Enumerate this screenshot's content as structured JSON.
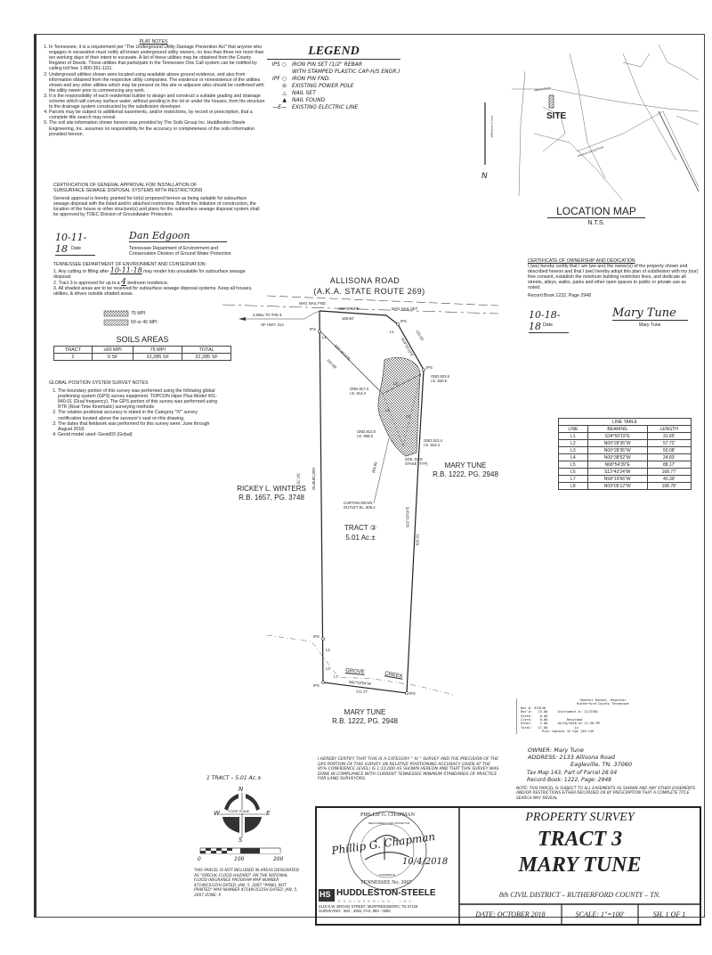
{
  "plat_notes": {
    "title": "PLAT NOTES",
    "items": [
      "In Tennessee, it is a requirement per \"The Underground Utility Damage Prevention Act\" that anyone who engages in excavation must notify all known underground utility owners, no less than three nor more than ten working days of their intent to excavate. A list of these utilities may be obtained from the County Register of Deeds. Those utilities that participate in the Tennessee One Call system can be notified by calling toll free 1-800-351-1111.",
      "Underground utilities shown were located using available above ground evidence, and also from information obtained from the respective utility companies. The existence or nonexistence of the utilities shown and any other utilities which may be present on this site or adjacent sites should be confirmed with the utility owner prior to commencing any work.",
      "It is the responsibility of each residential builder to design and construct a suitable grading and drainage scheme which will convey surface water, without ponding in the lot or under the houses, from his structure to the drainage system constructed by the subdivision developer.",
      "Parcels may be subject to additional easements, and/or restrictions, by record or prescription, that a complete title search may reveal.",
      "The soil site information shown hereon was provided by The Soils Group Inc. Huddleston-Steele Engineering, Inc. assumes no responsibility for the accuracy or completeness of the soils information provided hereon."
    ]
  },
  "legend": {
    "title": "LEGEND",
    "items": [
      {
        "symbol": "IPS ○",
        "text": "IRON PIN SET (1/2\" REBAR"
      },
      {
        "symbol": "",
        "text": "WITH STAMPED PLASTIC CAP-H/S ENGR.)"
      },
      {
        "symbol": "IPF ○",
        "text": "IRON PIN FND."
      },
      {
        "symbol": "⊘",
        "text": "EXISTING POWER POLE"
      },
      {
        "symbol": "△",
        "text": "NAIL SET"
      },
      {
        "symbol": "▲",
        "text": "NAIL FOUND"
      },
      {
        "symbol": "—E—",
        "text": "EXISTING ELECTRIC LINE"
      }
    ]
  },
  "location_map": {
    "title": "LOCATION MAP",
    "subtitle": "N.T.S.",
    "site_label": "SITE",
    "north_label": "N",
    "road_labels": [
      "Allisona Road",
      "Williamson County",
      "Chestnut Springs Road"
    ]
  },
  "sewage_certification": {
    "title_line1": "CERTIFICATION OF GENERAL APPROVAL FOR INSTALLATION OF",
    "title_line2": "SUBSURFACE SEWAGE DISPOSAL SYSTEMS WITH RESTRICTIONS",
    "body": "General approval is hereby granted for lot(s) proposed hereon as being suitable for subsurface sewage disposal with the listed and/or attached restrictions. Before the initiation of construction, the location of the house or other structure(s) and plans for the subsurface sewage disposal system shall be approved by TDEC Division of Groundwater Protection.",
    "signed_date": "10-11-18",
    "date_label": "Date",
    "signature": "Dan Edgoon",
    "agency_line1": "Tennessee Department of Environment and",
    "agency_line2": "Conservation Division of Ground Water Protection"
  },
  "tdec": {
    "title": "TENNESSEE DEPARTMENT OF ENVIRONMENT AND CONSERVATION:",
    "item1_pre": "1. Any cutting or filling after",
    "item1_date": "10-11-18",
    "item1_post": "may render lots unsuitable for subsurface sewage disposal.",
    "item2_pre": "2. Tract 3 is approved for up to a",
    "item2_value": "4",
    "item2_post": "bedroom residence.",
    "item3": "3. All shaded areas are to be reserved for subsurface sewage disposal systems. Keep all houses, utilities, & drives outside shaded areas.",
    "hatch_legend": [
      "75 MPI",
      "60 or 45 MPI"
    ]
  },
  "soils_areas": {
    "title": "SOILS AREAS",
    "headers": [
      "TRACT",
      "≤60 MPI",
      "75 MPI",
      "TOTAL"
    ],
    "rows": [
      [
        "2",
        "0 SF",
        "22,285 SF",
        "22,285 SF"
      ]
    ]
  },
  "gps_notes": {
    "title": "GLOBAL POSITION SYSTEM SURVEY NOTES",
    "items": [
      "The boundary portion of this survey was performed using the following global positioning system (GPS) survey equipment. TOPCON Hiper Plus-Model #01-840-01 (Dual frequency). The GPS portion of this survey was performed using RTK (Real-Time Kinematic) surveying methods",
      "The relative positional accuracy is stated in the Category \"IV\" survey certification located above the surveyor's seal on this drawing.",
      "The dates that fieldwork was performed for this survey were: June through August 2018.",
      "Geoid model used- Geoid03 (Gobal)"
    ]
  },
  "ownership_certificate": {
    "title": "CERTIFICATE OF OWNERSHIP AND DEDICATION",
    "body": "I (we) hereby certify that I am (we are) the owner(s) of the property shown and described hereon and that I (we) hereby adopt this plan of subdivision with my (our) free consent, establish the minimum building restriction lines, and dedicate all streets, alleys, walks, parks and other open spaces to public or private use as noted.",
    "record": "Record Book 1222, Page 2948",
    "signed_date": "10-18-18",
    "date_label": "Date",
    "signature": "Mary Tune",
    "name": "Mary Tune"
  },
  "line_table": {
    "title": "LINE TABLE",
    "headers": [
      "LINE",
      "BEARING",
      "LENGTH"
    ],
    "rows": [
      [
        "L1",
        "S34°59'19\"E",
        "31.65'"
      ],
      [
        "L2",
        "N00°28'35\"W",
        "57.72'"
      ],
      [
        "L3",
        "N00°28'35\"W",
        "50.08'"
      ],
      [
        "L4",
        "N00°38'52\"W",
        "24.83'"
      ],
      [
        "L5",
        "N68°54'39\"E",
        "88.17'"
      ],
      [
        "L6",
        "S13°43'24\"W",
        "168.77'"
      ],
      [
        "L7",
        "N58°19'56\"W",
        "40.39'"
      ],
      [
        "L8",
        "N09°05'12\"W",
        "108.78'"
      ]
    ]
  },
  "survey": {
    "road_name": "ALLISONA ROAD",
    "road_aka": "(A.K.A. STATE ROUTE 269)",
    "centerline_note_1": "2,806± TO THE ℄",
    "centerline_note_2": "OF HWY. 31A",
    "mag_nail_fnd": "MAG NAIL FND.",
    "mag_nail_set": "MAG NAIL SET",
    "ips": "IPS",
    "north_bearing": "S86°30'19\"E",
    "north_length": "169.60'",
    "ne_bearing": "S34°59'19\"E",
    "ne_length": "130.05'",
    "diag_bearing": "S40°46'10\"E",
    "diag_length": "242.68'",
    "west_bearing": "N00°28'35\"W",
    "west_length": "797.75'",
    "east_bearing": "S02°03'54\"E",
    "east_length": "815.01'",
    "south_bearing": "N82°53'54\"W",
    "south_length": "211.77'",
    "drain_length": "164.85'",
    "gnd1": "GND.823.6",
    "ie1": "I.E. 820.6",
    "gnd2": "GND.817.3",
    "ie2": "I.E. 814.3",
    "gnd3": "GND.812.0",
    "ie3": "I.E. 808.0",
    "gnd4": "GND.813.4",
    "ie4": "I.E. 810.4",
    "soil_stake_1": "SOIL SITE",
    "soil_stake_2": "STAKE (TYP)",
    "drain_1": "CURTAIN DRAIN",
    "drain_2": "OUTLET EL. 806.2",
    "west_owner": "RICKEY L. WINTERS",
    "west_record": "R.B. 1657, PG. 3748",
    "east_owner": "MARY TUNE",
    "east_record": "R.B. 1222, PG. 2948",
    "south_owner": "MARY TUNE",
    "south_record": "R.B. 1222, PG. 2948",
    "tract_label": "TRACT ③",
    "tract_area": "5.01 Ac.±",
    "creek_1": "GROVE",
    "creek_2": "CREEK",
    "line_tags": [
      "L1",
      "L2",
      "L3",
      "L4",
      "L5",
      "L6",
      "L7",
      "L8"
    ]
  },
  "register_stamp": {
    "lines": [
      "Heather Dunbar, Register",
      "Rutherford County Tennessee",
      "Rec #: 978136",
      "Rec'd:   15.00     Instrument #: 2173786",
      "State:    0.00",
      "Clerk:    0.00          Recorded",
      "Other:    2.00     10/18/2018 at 12:30 PM",
      "Total:   17.00              in",
      "           Plat Cabinet 42 Pgs 139-139"
    ]
  },
  "owner_info": {
    "owner": "OWNER:   Mary Tune",
    "address_1": "ADDRESS:  2133 Allisona Road",
    "address_2": "Eagleville, TN. 37060",
    "tax_map": "Tax Map 143, Part of Parcel 28.04",
    "record_book": "Record Book: 1222, Page: 2948",
    "note": "NOTE: THIS PARCEL IS SUBJECT TO ALL EASEMENTS AS SHOWN AND ANY OTHER EASEMENTS AND/OR RESTRICTIONS EITHER RECORDED OR BY PRESCRIPTION THAT A COMPLETE TITLE SEARCH MAY REVEAL."
  },
  "category_certification": "I HEREBY CERTIFY THAT THIS IS A CATEGORY \" IV \" SURVEY AND THE PRECISION OF THE GPS PORTION OF THIS SURVEY (IN RELATIVE POSITIONING ACCURACY GIVEN AT THE 95% CONFIDENCE LEVEL) IS 1:10,000 AS SHOWN HEREON AND THAT THIS SURVEY WAS DONE IN COMPLIANCE WITH CURRENT TENNESSEE MINIMUM STANDARDS OF PRACTICE FOR LAND SURVEYORS.",
  "tract_summary": "1 TRACT – 5.01 Ac.±",
  "north_arrow": {
    "n": "N",
    "s": "S",
    "e": "E",
    "w": "W",
    "label": "STATE PLANE"
  },
  "scale_bar": {
    "ticks": [
      "0",
      "100",
      "200"
    ]
  },
  "flood_note": "THIS PARCEL IS NOT INCLUDED IN AREAS DESIGNATED AS \"SPECIAL FLOOD HAZARD\" ON THE NATIONAL FLOOD INSURANCE PROGRAM MAP NUMBER 47149C0335H DATED: JAN. 5, 2007 \"PANEL NOT PRINTED\" MAP NUMBER 47149C0335H DATED: JAN. 5, 2007 ZONE: X",
  "seal": {
    "name": "PHILLIP G. CHAPMAN",
    "inner": "REGISTERED LAND SURVEYOR",
    "commerce": "COMMERCE",
    "state": "TENNESSEE No. 2007",
    "signature": "Phillip G. Chapman",
    "date": "10/4/2018"
  },
  "firm": {
    "logo": "HS",
    "name": "HUDDLESTON-STEELE",
    "sub": "ENGINEERING, INC.",
    "address": "2115 N.W. BROAD STREET, MURFREESBORO, TN 37129",
    "phone": "SURVEYING : 893 - 4084,  FAX: 893 - 0080"
  },
  "title_block": {
    "type": "PROPERTY SURVEY",
    "tract": "TRACT 3",
    "owner": "MARY TUNE",
    "district": "8th CIVIL DISTRICT – RUTHERFORD COUNTY – TN.",
    "date": "DATE: OCTOBER 2018",
    "scale": "SCALE: 1\"=100'",
    "sheet": "SH. 1 OF 1"
  }
}
